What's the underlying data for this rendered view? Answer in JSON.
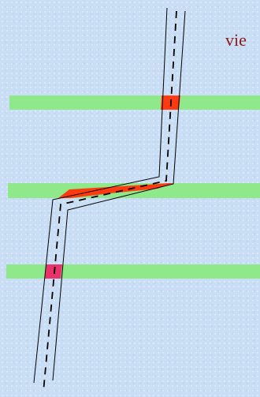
{
  "label": {
    "text": "vie",
    "color": "#8b1a1a"
  },
  "colors": {
    "background": "#c9def4",
    "band": "#8fe88a",
    "highlight": "#ff3a10",
    "highlight_pink": "#e8336a",
    "outline": "#000000"
  },
  "bands": [
    {
      "name": "top-band"
    },
    {
      "name": "middle-band"
    },
    {
      "name": "bottom-band"
    }
  ],
  "path": {
    "style": "double solid outline with dashed center line"
  }
}
